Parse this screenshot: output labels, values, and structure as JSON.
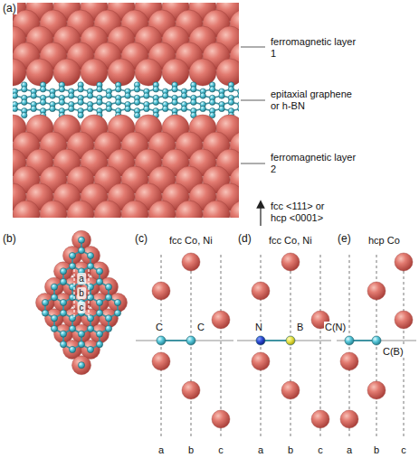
{
  "diagram": {
    "labels": [
      "(a)",
      "ferromagnetic layer 1",
      "epitaxial graphene or h-BN",
      "ferromagnetic layer 2",
      "fcc <111> or hcp <0001>",
      "(b)",
      "a",
      "b",
      "c",
      "(c)",
      "fcc Co, Ni",
      "C",
      "C",
      "a",
      "b",
      "c",
      "(d)",
      "fcc Co, Ni",
      "N",
      "B",
      "a",
      "b",
      "c",
      "(e)",
      "hcp Co",
      "C(N)",
      "C(B)",
      "a",
      "b",
      "c"
    ]
  }
}
